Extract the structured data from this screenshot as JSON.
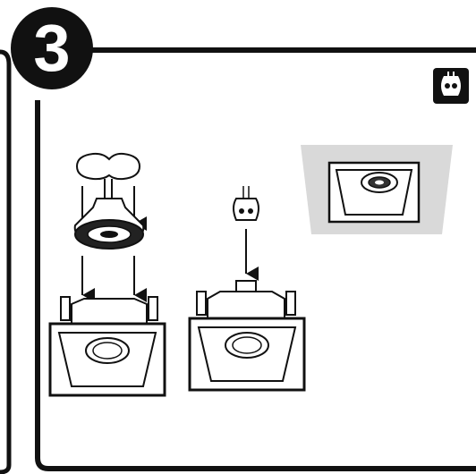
{
  "step": {
    "number": "3"
  },
  "icons": {
    "corner": "lamp-socket-icon",
    "socket": "gu10-socket-icon",
    "reflector": "reflector-clip-icon"
  },
  "colors": {
    "stroke": "#111111",
    "ceiling_panel": "#d9d9d9",
    "background": "#ffffff"
  },
  "panels": {
    "left": "bulb-into-downlight",
    "middle": "socket-into-downlight",
    "right": "downlight-in-ceiling"
  }
}
